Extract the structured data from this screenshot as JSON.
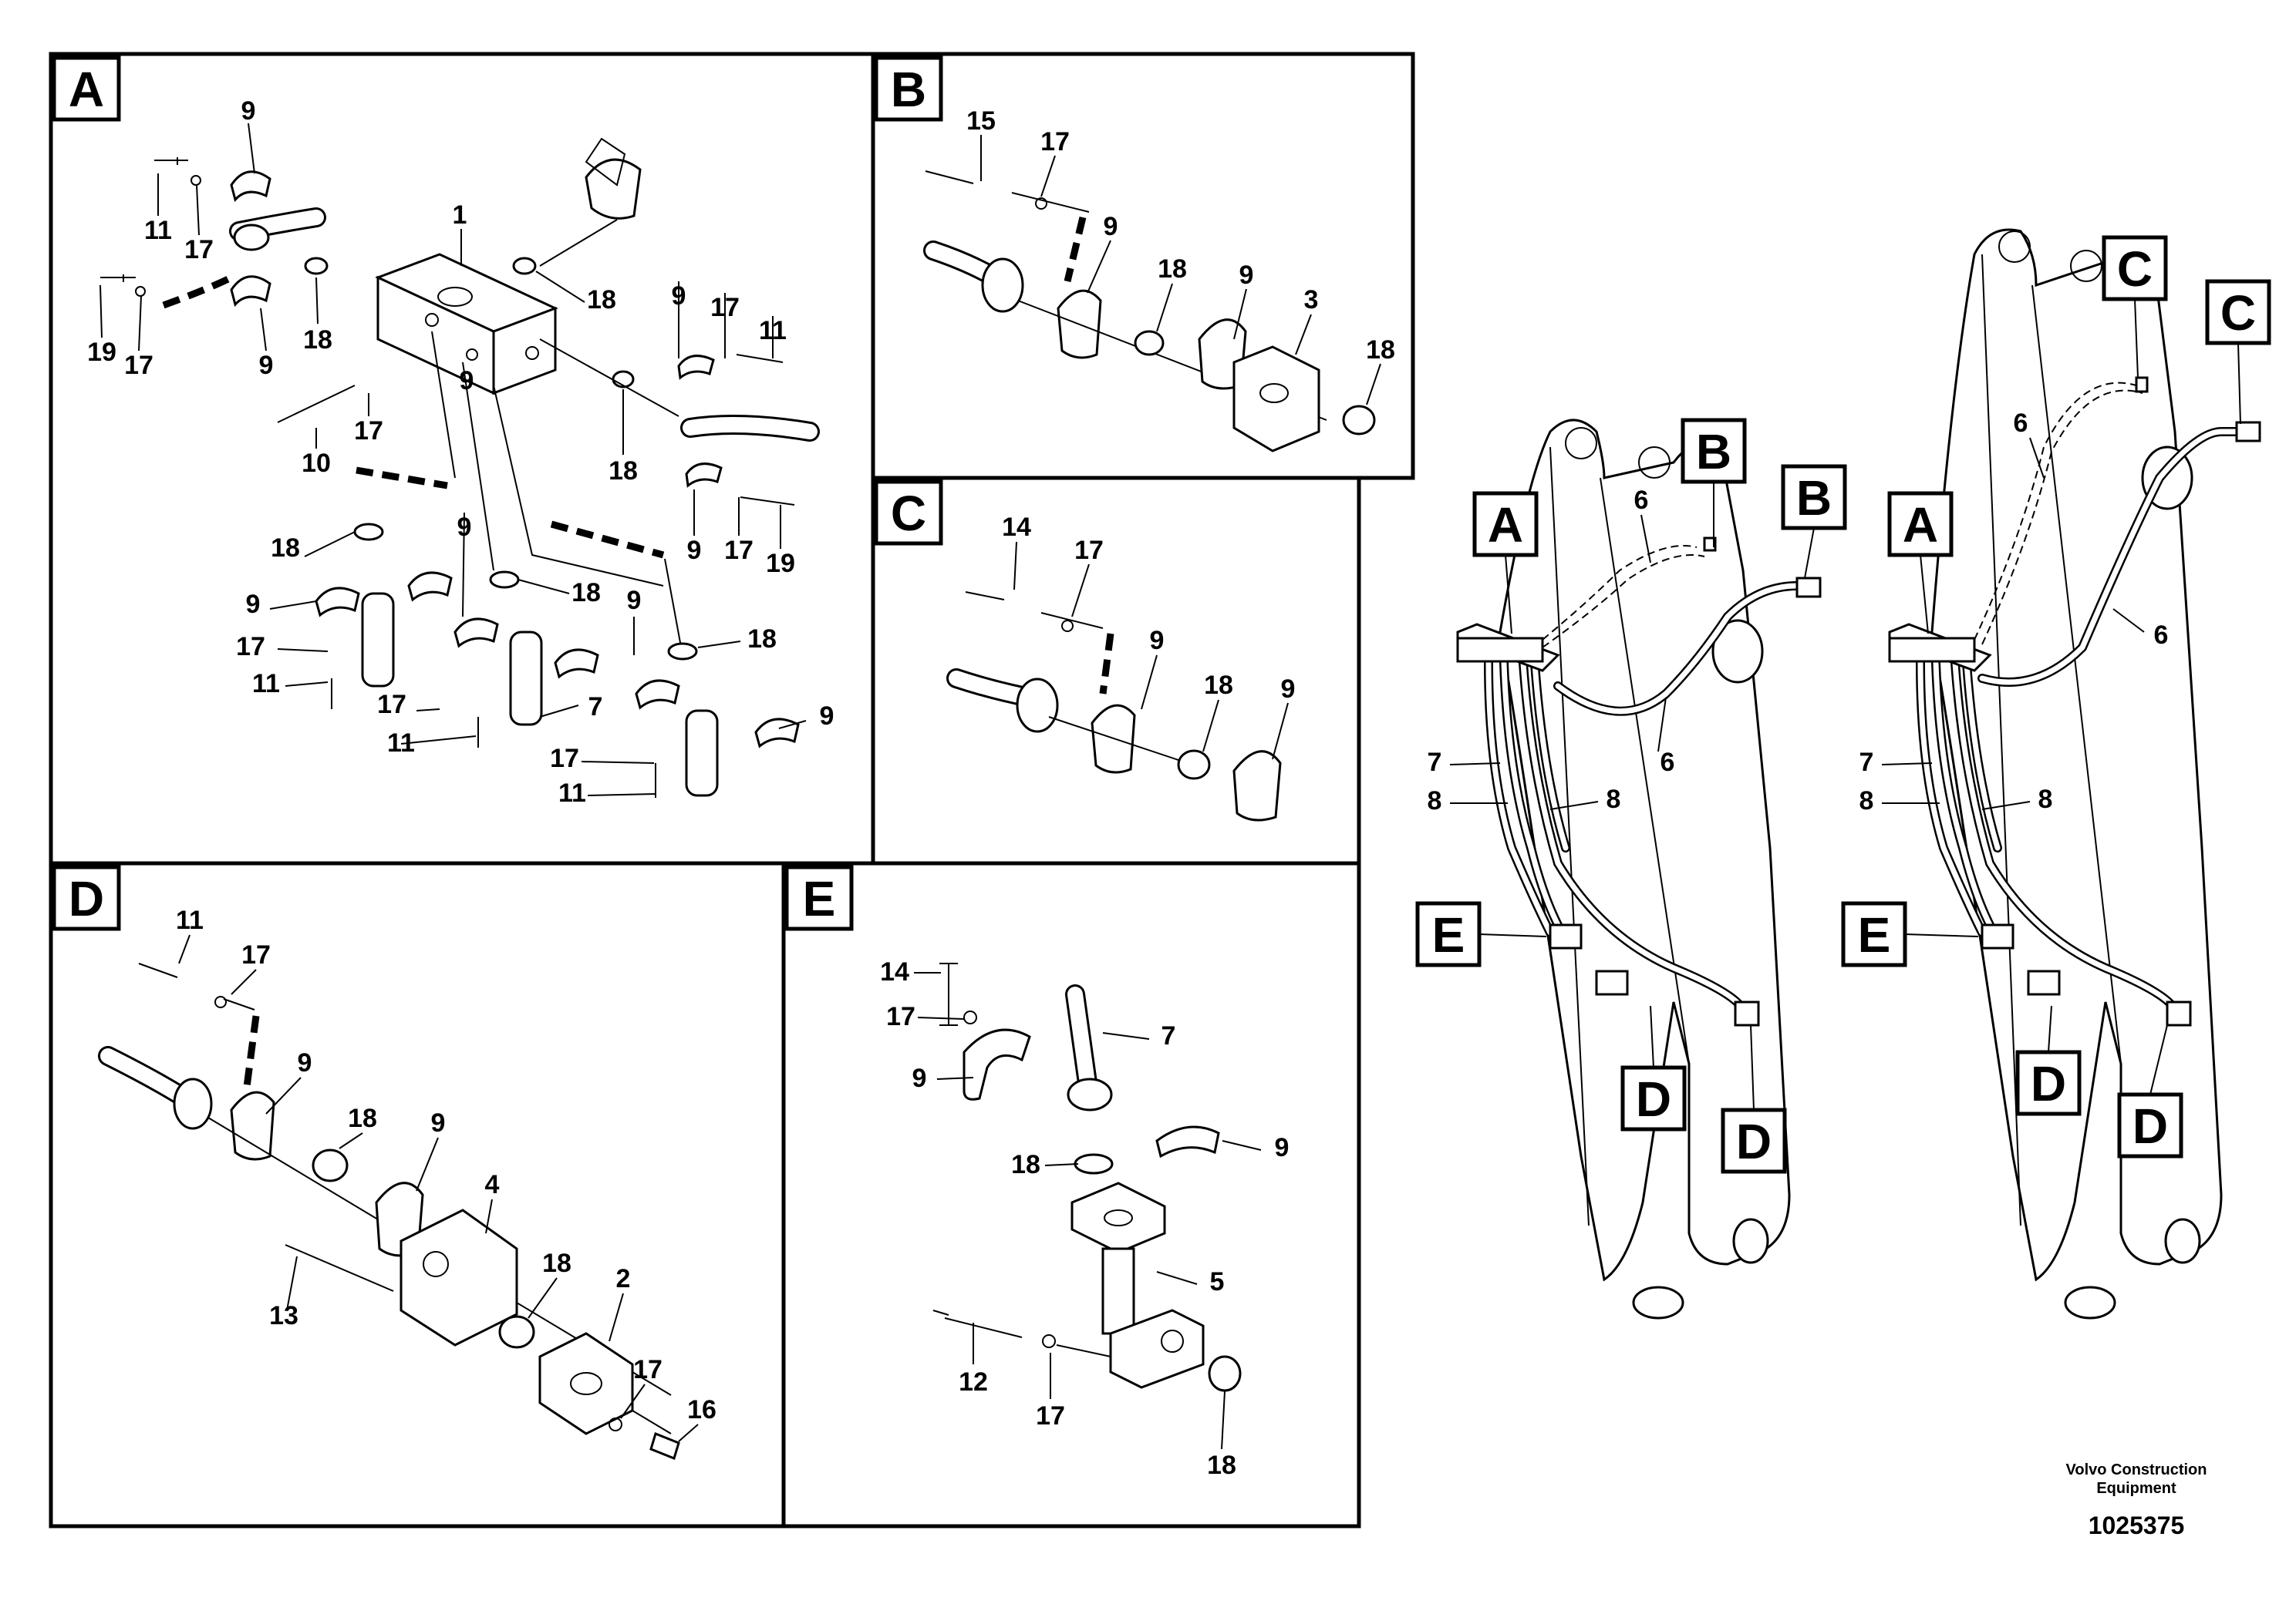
{
  "panels": [
    {
      "id": "A",
      "label": "A"
    },
    {
      "id": "B",
      "label": "B"
    },
    {
      "id": "C",
      "label": "C"
    },
    {
      "id": "D",
      "label": "D"
    },
    {
      "id": "E",
      "label": "E"
    }
  ],
  "callouts": {
    "A": [
      "9",
      "11",
      "17",
      "19",
      "17",
      "9",
      "1",
      "18",
      "18",
      "9",
      "17",
      "11",
      "10",
      "17",
      "18",
      "9",
      "17",
      "19",
      "18",
      "9",
      "18",
      "9",
      "17",
      "11",
      "9",
      "18",
      "9",
      "17",
      "7",
      "11",
      "17",
      "11",
      "9"
    ],
    "B": [
      "15",
      "17",
      "9",
      "18",
      "9",
      "3",
      "18"
    ],
    "C": [
      "14",
      "17",
      "9",
      "18",
      "9"
    ],
    "D": [
      "11",
      "17",
      "9",
      "18",
      "9",
      "4",
      "13",
      "18",
      "2",
      "17",
      "16"
    ],
    "E": [
      "14",
      "17",
      "7",
      "9",
      "18",
      "9",
      "5",
      "12",
      "17",
      "18"
    ]
  },
  "overview": {
    "left": {
      "tags": [
        "A",
        "B",
        "B",
        "E",
        "D",
        "D"
      ],
      "numbers": [
        "6",
        "6",
        "7",
        "8",
        "8"
      ]
    },
    "right": {
      "tags": [
        "C",
        "C",
        "A",
        "E",
        "D",
        "D"
      ],
      "numbers": [
        "6",
        "6",
        "7",
        "8",
        "8"
      ]
    }
  },
  "footer": {
    "company_line1": "Volvo Construction",
    "company_line2": "Equipment",
    "drawing_number": "1025375"
  }
}
